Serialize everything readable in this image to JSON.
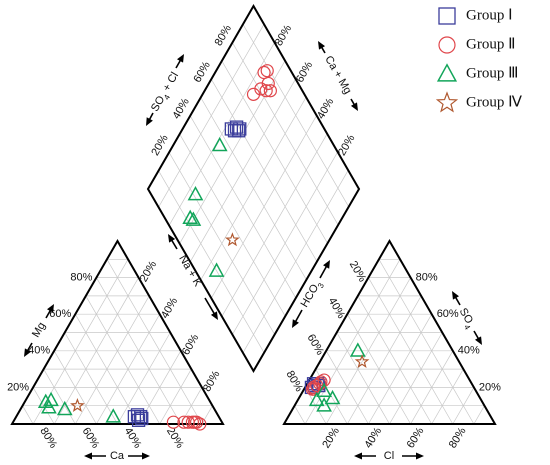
{
  "chart_data": {
    "type": "scatter",
    "subtype": "piper-diagram",
    "colors": {
      "Group Ⅰ": "#3b3d9c",
      "Group Ⅱ": "#e0464b",
      "Group Ⅲ": "#12a55a",
      "Group Ⅳ": "#b0582f"
    },
    "markers": {
      "Group Ⅰ": "square",
      "Group Ⅱ": "circle",
      "Group Ⅲ": "triangle",
      "Group Ⅳ": "star"
    },
    "legend": {
      "position": "top-right",
      "entries": [
        "Group Ⅰ",
        "Group Ⅱ",
        "Group Ⅲ",
        "Group Ⅳ"
      ]
    },
    "axes": {
      "cation": {
        "ca": {
          "label": "Ca"
        },
        "mg": {
          "label": "Mg"
        },
        "nak": {
          "label": "Na + K"
        }
      },
      "anion": {
        "hco3": {
          "label": "HCO",
          "sub": "3"
        },
        "so4": {
          "label": "SO",
          "sub": "4"
        },
        "cl": {
          "label": "Cl"
        }
      },
      "diamond": {
        "so4cl": {
          "label": "SO",
          "sub": "4",
          "rest": " + Cl"
        },
        "camg": {
          "label": "Ca + Mg"
        }
      }
    },
    "tick_labels": [
      "20%",
      "40%",
      "60%",
      "80%"
    ],
    "series": [
      {
        "name": "Group Ⅰ",
        "cation": [
          [
            0.4,
            0.04
          ],
          [
            0.38,
            0.05
          ],
          [
            0.37,
            0.03
          ],
          [
            0.39,
            0.02
          ],
          [
            0.37,
            0.04
          ]
        ],
        "anion": [
          [
            0.03,
            0.2
          ],
          [
            0.04,
            0.21
          ],
          [
            0.05,
            0.22
          ],
          [
            0.03,
            0.22
          ],
          [
            0.06,
            0.21
          ]
        ]
      },
      {
        "name": "Group Ⅱ",
        "cation": [
          [
            0.23,
            0.01
          ],
          [
            0.18,
            0.01
          ],
          [
            0.16,
            0.01
          ],
          [
            0.14,
            0.01
          ],
          [
            0.13,
            0.01
          ],
          [
            0.12,
            0.01
          ],
          [
            0.11,
            0.0
          ]
        ],
        "anion": [
          [
            0.04,
            0.2
          ],
          [
            0.05,
            0.21
          ],
          [
            0.06,
            0.23
          ],
          [
            0.07,
            0.24
          ],
          [
            0.06,
            0.22
          ],
          [
            0.04,
            0.19
          ],
          [
            0.05,
            0.19
          ]
        ]
      },
      {
        "name": "Group Ⅲ",
        "cation": [
          [
            0.78,
            0.12
          ],
          [
            0.75,
            0.13
          ],
          [
            0.71,
            0.08
          ],
          [
            0.5,
            0.04
          ],
          [
            0.78,
            0.09
          ]
        ],
        "anion": [
          [
            0.15,
            0.4
          ],
          [
            0.1,
            0.18
          ],
          [
            0.14,
            0.1
          ],
          [
            0.09,
            0.13
          ],
          [
            0.16,
            0.14
          ]
        ]
      },
      {
        "name": "Group Ⅳ",
        "cation": [
          [
            0.64,
            0.1
          ]
        ],
        "anion": [
          [
            0.2,
            0.34
          ]
        ]
      }
    ]
  }
}
